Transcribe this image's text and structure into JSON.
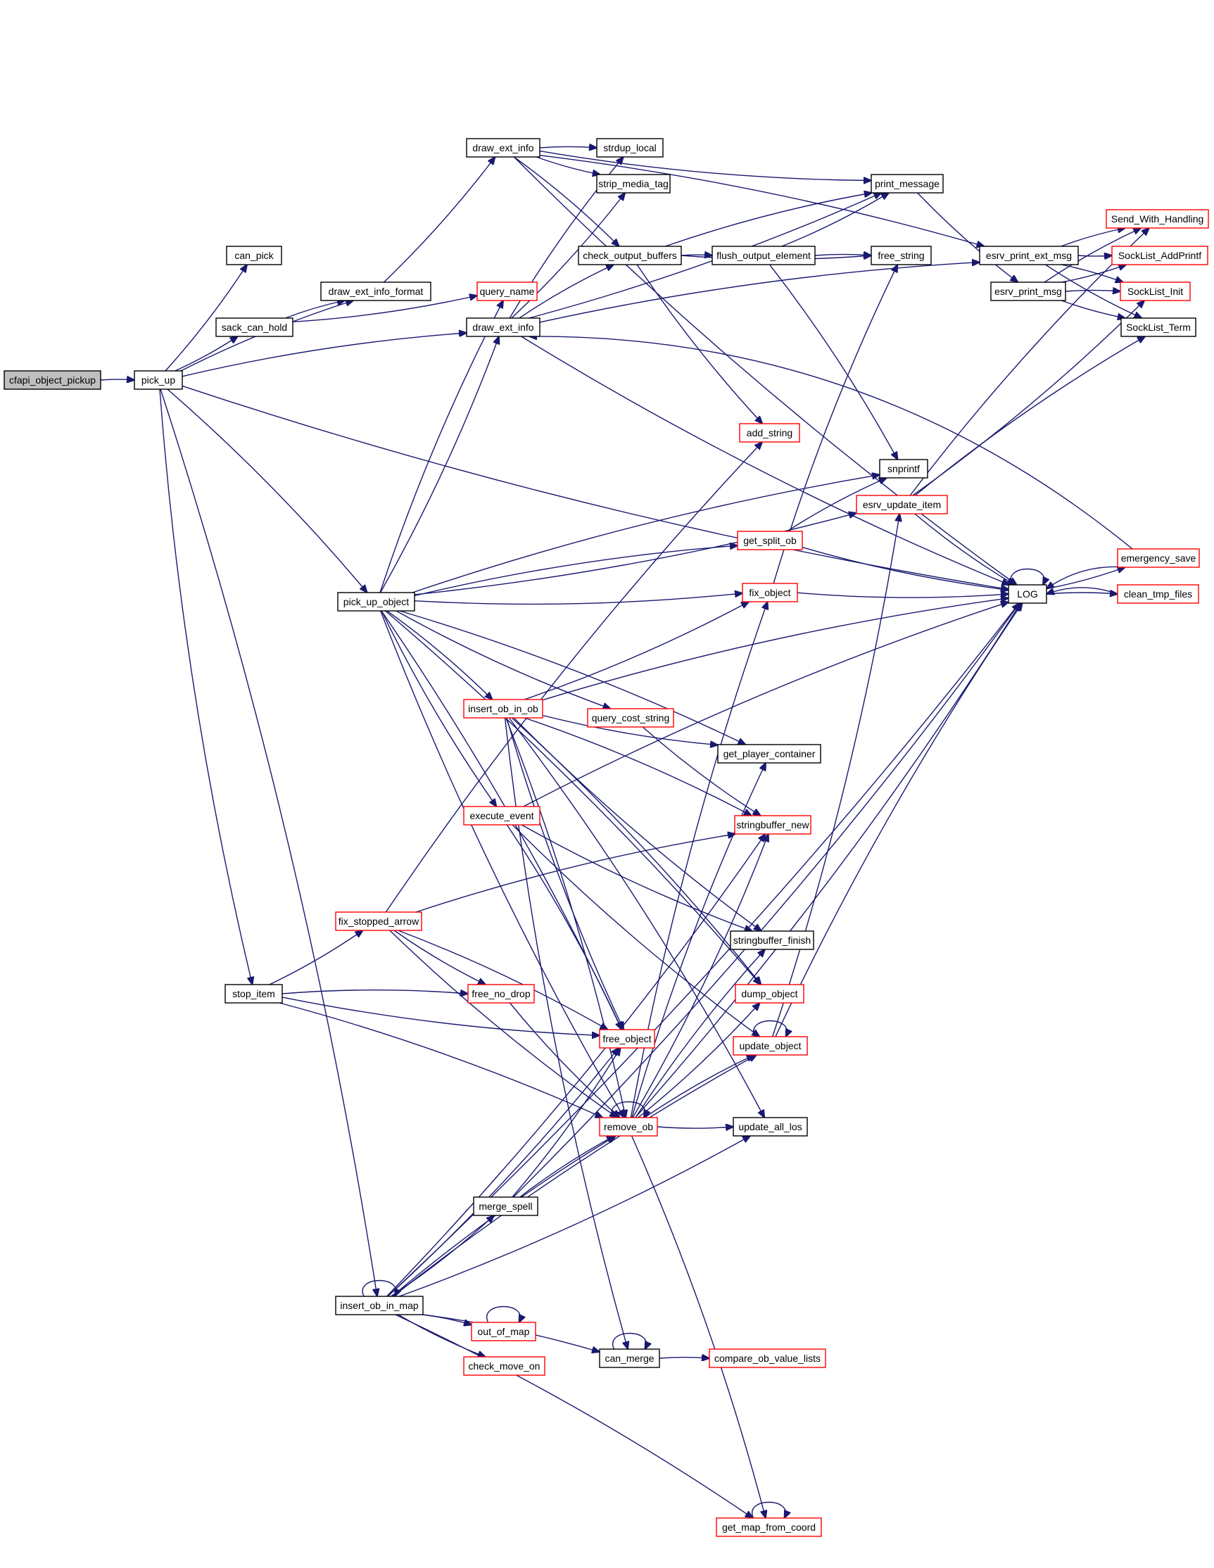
{
  "graph": {
    "title": "call graph of cfapi_object_pickup",
    "colors": {
      "edge": "#191970",
      "root_fill": "#bfbfbf",
      "node_fill": "#ffffff",
      "node_border": "#000000",
      "undocumented_border": "#ff0000"
    },
    "nodes": [
      {
        "id": "cfapi_object_pickup",
        "label": "cfapi_object_pickup",
        "style": "root"
      },
      {
        "id": "pick_up",
        "label": "pick_up",
        "style": "normal"
      },
      {
        "id": "can_pick",
        "label": "can_pick",
        "style": "normal"
      },
      {
        "id": "draw_ext_info_format",
        "label": "draw_ext_info_format",
        "style": "normal"
      },
      {
        "id": "sack_can_hold",
        "label": "sack_can_hold",
        "style": "normal"
      },
      {
        "id": "query_name",
        "label": "query_name",
        "style": "red"
      },
      {
        "id": "draw_ext_info_top",
        "label": "draw_ext_info",
        "style": "normal"
      },
      {
        "id": "draw_ext_info_mid",
        "label": "draw_ext_info",
        "style": "normal"
      },
      {
        "id": "strdup_local",
        "label": "strdup_local",
        "style": "normal"
      },
      {
        "id": "strip_media_tag",
        "label": "strip_media_tag",
        "style": "normal"
      },
      {
        "id": "check_output_buffers",
        "label": "check_output_buffers",
        "style": "normal"
      },
      {
        "id": "flush_output_element",
        "label": "flush_output_element",
        "style": "normal"
      },
      {
        "id": "print_message",
        "label": "print_message",
        "style": "normal"
      },
      {
        "id": "free_string",
        "label": "free_string",
        "style": "normal"
      },
      {
        "id": "esrv_print_ext_msg",
        "label": "esrv_print_ext_msg",
        "style": "normal"
      },
      {
        "id": "esrv_print_msg",
        "label": "esrv_print_msg",
        "style": "normal"
      },
      {
        "id": "Send_With_Handling",
        "label": "Send_With_Handling",
        "style": "red"
      },
      {
        "id": "SockList_AddPrintf",
        "label": "SockList_AddPrintf",
        "style": "red"
      },
      {
        "id": "SockList_Init",
        "label": "SockList_Init",
        "style": "red"
      },
      {
        "id": "SockList_Term",
        "label": "SockList_Term",
        "style": "normal"
      },
      {
        "id": "add_string",
        "label": "add_string",
        "style": "red"
      },
      {
        "id": "snprintf",
        "label": "snprintf",
        "style": "normal"
      },
      {
        "id": "esrv_update_item",
        "label": "esrv_update_item",
        "style": "red"
      },
      {
        "id": "get_split_ob",
        "label": "get_split_ob",
        "style": "red"
      },
      {
        "id": "fix_object",
        "label": "fix_object",
        "style": "red"
      },
      {
        "id": "LOG",
        "label": "LOG",
        "style": "normal"
      },
      {
        "id": "emergency_save",
        "label": "emergency_save",
        "style": "red"
      },
      {
        "id": "clean_tmp_files",
        "label": "clean_tmp_files",
        "style": "red"
      },
      {
        "id": "pick_up_object",
        "label": "pick_up_object",
        "style": "normal"
      },
      {
        "id": "insert_ob_in_ob",
        "label": "insert_ob_in_ob",
        "style": "red"
      },
      {
        "id": "query_cost_string",
        "label": "query_cost_string",
        "style": "red"
      },
      {
        "id": "get_player_container",
        "label": "get_player_container",
        "style": "normal"
      },
      {
        "id": "execute_event",
        "label": "execute_event",
        "style": "red"
      },
      {
        "id": "stringbuffer_new",
        "label": "stringbuffer_new",
        "style": "red"
      },
      {
        "id": "fix_stopped_arrow",
        "label": "fix_stopped_arrow",
        "style": "red"
      },
      {
        "id": "stringbuffer_finish",
        "label": "stringbuffer_finish",
        "style": "normal"
      },
      {
        "id": "stop_item",
        "label": "stop_item",
        "style": "normal"
      },
      {
        "id": "free_no_drop",
        "label": "free_no_drop",
        "style": "red"
      },
      {
        "id": "dump_object",
        "label": "dump_object",
        "style": "red"
      },
      {
        "id": "free_object",
        "label": "free_object",
        "style": "red"
      },
      {
        "id": "update_object",
        "label": "update_object",
        "style": "red"
      },
      {
        "id": "remove_ob",
        "label": "remove_ob",
        "style": "red"
      },
      {
        "id": "update_all_los",
        "label": "update_all_los",
        "style": "normal"
      },
      {
        "id": "merge_spell",
        "label": "merge_spell",
        "style": "normal"
      },
      {
        "id": "insert_ob_in_map",
        "label": "insert_ob_in_map",
        "style": "normal"
      },
      {
        "id": "out_of_map",
        "label": "out_of_map",
        "style": "red"
      },
      {
        "id": "check_move_on",
        "label": "check_move_on",
        "style": "red"
      },
      {
        "id": "can_merge",
        "label": "can_merge",
        "style": "normal"
      },
      {
        "id": "compare_ob_value_lists",
        "label": "compare_ob_value_lists",
        "style": "red"
      },
      {
        "id": "get_map_from_coord",
        "label": "get_map_from_coord",
        "style": "red"
      }
    ],
    "edges": [
      [
        "cfapi_object_pickup",
        "pick_up"
      ],
      [
        "pick_up",
        "can_pick"
      ],
      [
        "pick_up",
        "draw_ext_info_format"
      ],
      [
        "pick_up",
        "sack_can_hold"
      ],
      [
        "pick_up",
        "draw_ext_info_mid"
      ],
      [
        "pick_up",
        "LOG"
      ],
      [
        "pick_up",
        "pick_up_object"
      ],
      [
        "pick_up",
        "stop_item"
      ],
      [
        "pick_up",
        "insert_ob_in_map"
      ],
      [
        "draw_ext_info_format",
        "draw_ext_info_top"
      ],
      [
        "sack_can_hold",
        "draw_ext_info_format"
      ],
      [
        "sack_can_hold",
        "query_name"
      ],
      [
        "draw_ext_info_top",
        "strdup_local"
      ],
      [
        "draw_ext_info_top",
        "strip_media_tag"
      ],
      [
        "draw_ext_info_top",
        "check_output_buffers"
      ],
      [
        "draw_ext_info_top",
        "print_message"
      ],
      [
        "draw_ext_info_top",
        "esrv_print_ext_msg"
      ],
      [
        "draw_ext_info_top",
        "LOG"
      ],
      [
        "draw_ext_info_mid",
        "strdup_local"
      ],
      [
        "draw_ext_info_mid",
        "strip_media_tag"
      ],
      [
        "draw_ext_info_mid",
        "check_output_buffers"
      ],
      [
        "draw_ext_info_mid",
        "print_message"
      ],
      [
        "draw_ext_info_mid",
        "esrv_print_ext_msg"
      ],
      [
        "draw_ext_info_mid",
        "LOG"
      ],
      [
        "check_output_buffers",
        "flush_output_element"
      ],
      [
        "check_output_buffers",
        "free_string"
      ],
      [
        "check_output_buffers",
        "print_message"
      ],
      [
        "check_output_buffers",
        "add_string"
      ],
      [
        "flush_output_element",
        "free_string"
      ],
      [
        "flush_output_element",
        "print_message"
      ],
      [
        "flush_output_element",
        "snprintf"
      ],
      [
        "print_message",
        "esrv_print_msg"
      ],
      [
        "esrv_print_ext_msg",
        "Send_With_Handling"
      ],
      [
        "esrv_print_ext_msg",
        "SockList_AddPrintf"
      ],
      [
        "esrv_print_ext_msg",
        "SockList_Init"
      ],
      [
        "esrv_print_ext_msg",
        "SockList_Term"
      ],
      [
        "esrv_print_msg",
        "Send_With_Handling"
      ],
      [
        "esrv_print_msg",
        "SockList_AddPrintf"
      ],
      [
        "esrv_print_msg",
        "SockList_Init"
      ],
      [
        "esrv_print_msg",
        "SockList_Term"
      ],
      [
        "esrv_update_item",
        "Send_With_Handling"
      ],
      [
        "esrv_update_item",
        "SockList_Init"
      ],
      [
        "esrv_update_item",
        "SockList_Term"
      ],
      [
        "esrv_update_item",
        "LOG"
      ],
      [
        "get_split_ob",
        "snprintf"
      ],
      [
        "get_split_ob",
        "LOG"
      ],
      [
        "fix_object",
        "free_string"
      ],
      [
        "fix_object",
        "LOG"
      ],
      [
        "LOG",
        "LOG"
      ],
      [
        "LOG",
        "emergency_save"
      ],
      [
        "LOG",
        "clean_tmp_files"
      ],
      [
        "emergency_save",
        "LOG"
      ],
      [
        "emergency_save",
        "draw_ext_info_mid"
      ],
      [
        "clean_tmp_files",
        "LOG"
      ],
      [
        "pick_up_object",
        "query_name"
      ],
      [
        "pick_up_object",
        "draw_ext_info_mid"
      ],
      [
        "pick_up_object",
        "snprintf"
      ],
      [
        "pick_up_object",
        "esrv_update_item"
      ],
      [
        "pick_up_object",
        "get_split_ob"
      ],
      [
        "pick_up_object",
        "fix_object"
      ],
      [
        "pick_up_object",
        "insert_ob_in_ob"
      ],
      [
        "pick_up_object",
        "query_cost_string"
      ],
      [
        "pick_up_object",
        "get_player_container"
      ],
      [
        "pick_up_object",
        "execute_event"
      ],
      [
        "pick_up_object",
        "free_object"
      ],
      [
        "pick_up_object",
        "remove_ob"
      ],
      [
        "pick_up_object",
        "dump_object"
      ],
      [
        "insert_ob_in_ob",
        "fix_object"
      ],
      [
        "insert_ob_in_ob",
        "LOG"
      ],
      [
        "insert_ob_in_ob",
        "get_player_container"
      ],
      [
        "insert_ob_in_ob",
        "stringbuffer_new"
      ],
      [
        "insert_ob_in_ob",
        "stringbuffer_finish"
      ],
      [
        "insert_ob_in_ob",
        "dump_object"
      ],
      [
        "insert_ob_in_ob",
        "free_object"
      ],
      [
        "insert_ob_in_ob",
        "remove_ob"
      ],
      [
        "insert_ob_in_ob",
        "can_merge"
      ],
      [
        "insert_ob_in_ob",
        "update_all_los"
      ],
      [
        "query_cost_string",
        "stringbuffer_new"
      ],
      [
        "execute_event",
        "LOG"
      ],
      [
        "execute_event",
        "stringbuffer_finish"
      ],
      [
        "execute_event",
        "free_object"
      ],
      [
        "execute_event",
        "update_object"
      ],
      [
        "fix_stopped_arrow",
        "add_string"
      ],
      [
        "fix_stopped_arrow",
        "free_no_drop"
      ],
      [
        "fix_stopped_arrow",
        "free_object"
      ],
      [
        "fix_stopped_arrow",
        "remove_ob"
      ],
      [
        "fix_stopped_arrow",
        "stringbuffer_new"
      ],
      [
        "stop_item",
        "fix_stopped_arrow"
      ],
      [
        "stop_item",
        "free_no_drop"
      ],
      [
        "stop_item",
        "free_object"
      ],
      [
        "stop_item",
        "remove_ob"
      ],
      [
        "free_no_drop",
        "remove_ob"
      ],
      [
        "update_object",
        "update_object"
      ],
      [
        "update_object",
        "esrv_update_item"
      ],
      [
        "update_object",
        "LOG"
      ],
      [
        "remove_ob",
        "remove_ob"
      ],
      [
        "remove_ob",
        "fix_object"
      ],
      [
        "remove_ob",
        "LOG"
      ],
      [
        "remove_ob",
        "get_player_container"
      ],
      [
        "remove_ob",
        "stringbuffer_new"
      ],
      [
        "remove_ob",
        "stringbuffer_finish"
      ],
      [
        "remove_ob",
        "dump_object"
      ],
      [
        "remove_ob",
        "update_object"
      ],
      [
        "remove_ob",
        "update_all_los"
      ],
      [
        "remove_ob",
        "get_map_from_coord"
      ],
      [
        "merge_spell",
        "free_object"
      ],
      [
        "merge_spell",
        "remove_ob"
      ],
      [
        "merge_spell",
        "LOG"
      ],
      [
        "insert_ob_in_map",
        "insert_ob_in_map"
      ],
      [
        "insert_ob_in_map",
        "free_object"
      ],
      [
        "insert_ob_in_map",
        "remove_ob"
      ],
      [
        "insert_ob_in_map",
        "merge_spell"
      ],
      [
        "insert_ob_in_map",
        "update_object"
      ],
      [
        "insert_ob_in_map",
        "stringbuffer_new"
      ],
      [
        "insert_ob_in_map",
        "out_of_map"
      ],
      [
        "insert_ob_in_map",
        "check_move_on"
      ],
      [
        "insert_ob_in_map",
        "can_merge"
      ],
      [
        "insert_ob_in_map",
        "update_all_los"
      ],
      [
        "insert_ob_in_map",
        "get_map_from_coord"
      ],
      [
        "insert_ob_in_map",
        "LOG"
      ],
      [
        "out_of_map",
        "out_of_map"
      ],
      [
        "can_merge",
        "can_merge"
      ],
      [
        "can_merge",
        "compare_ob_value_lists"
      ],
      [
        "get_map_from_coord",
        "get_map_from_coord"
      ]
    ]
  }
}
